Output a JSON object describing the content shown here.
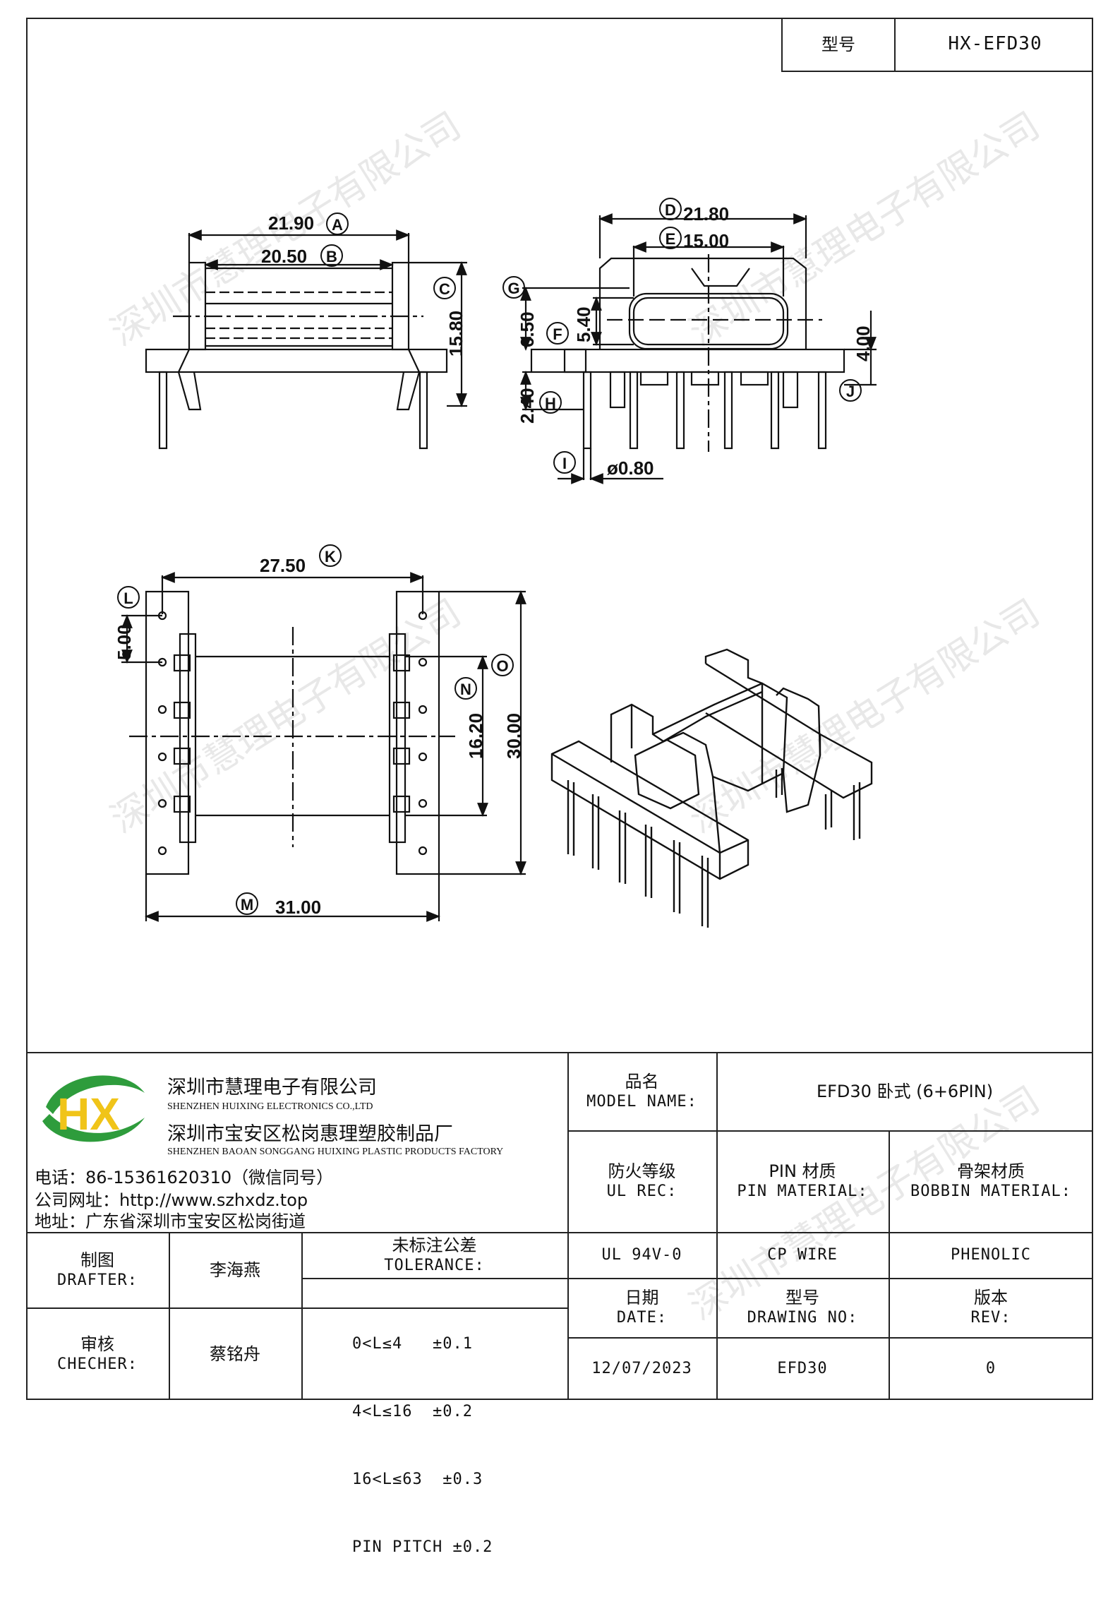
{
  "header": {
    "model_label": "型号",
    "model_value": "HX-EFD30"
  },
  "watermark": {
    "text": "深圳市慧理电子有限公司"
  },
  "dimensions": {
    "A": {
      "letter": "A",
      "value": "21.90"
    },
    "B": {
      "letter": "B",
      "value": "20.50"
    },
    "C": {
      "letter": "C",
      "value": "15.80"
    },
    "D": {
      "letter": "D",
      "value": "21.80"
    },
    "E": {
      "letter": "E",
      "value": "15.00"
    },
    "F": {
      "letter": "F",
      "value": "5.40"
    },
    "G": {
      "letter": "G",
      "value": "6.50"
    },
    "H": {
      "letter": "H",
      "value": "2.40"
    },
    "I": {
      "letter": "I",
      "value": "ø0.80"
    },
    "J": {
      "letter": "J",
      "value": "4.00"
    },
    "K": {
      "letter": "K",
      "value": "27.50"
    },
    "L": {
      "letter": "L",
      "value": "5.00"
    },
    "M": {
      "letter": "M",
      "value": "31.00"
    },
    "N": {
      "letter": "N",
      "value": "16.20"
    },
    "O": {
      "letter": "O",
      "value": "30.00"
    }
  },
  "company": {
    "logo_letters": "HX",
    "name_cn": "深圳市慧理电子有限公司",
    "name_en": "SHENZHEN HUIXING ELECTRONICS CO.,LTD",
    "factory_cn": "深圳市宝安区松岗惠理塑胶制品厂",
    "factory_en": "SHENZHEN BAOAN SONGGANG HUIXING PLASTIC PRODUCTS FACTORY",
    "phone": "电话：86-15361620310（微信同号）",
    "website": "公司网址：http://www.szhxdz.top",
    "address": "地址：广东省深圳市宝安区松岗街道"
  },
  "title_block": {
    "model_name_cn": "品名",
    "model_name_en": "MODEL NAME:",
    "model_name_value": "EFD30 卧式 (6+6PIN)",
    "ul_cn": "防火等级",
    "ul_en": "UL REC:",
    "pin_mat_cn": "PIN 材质",
    "pin_mat_en": "PIN MATERIAL:",
    "bobbin_mat_cn": "骨架材质",
    "bobbin_mat_en": "BOBBIN MATERIAL:",
    "ul_value": "UL 94V-0",
    "pin_mat_value": "CP WIRE",
    "bobbin_mat_value": "PHENOLIC",
    "date_cn": "日期",
    "date_en": "DATE:",
    "drawing_no_cn": "型号",
    "drawing_no_en": "DRAWING NO:",
    "rev_cn": "版本",
    "rev_en": "REV:",
    "date_value": "12/07/2023",
    "drawing_no_value": "EFD30",
    "rev_value": "0",
    "drafter_cn": "制图",
    "drafter_en": "DRAFTER:",
    "drafter_name": "李海燕",
    "checker_cn": "审核",
    "checker_en": "CHECHER:",
    "checker_name": "蔡铭舟",
    "tolerance_cn": "未标注公差",
    "tolerance_en": "TOLERANCE:",
    "tolerance_rows": [
      "0<L≤4   ±0.1",
      "4<L≤16  ±0.2",
      "16<L≤63  ±0.3",
      "PIN PITCH ±0.2"
    ]
  }
}
